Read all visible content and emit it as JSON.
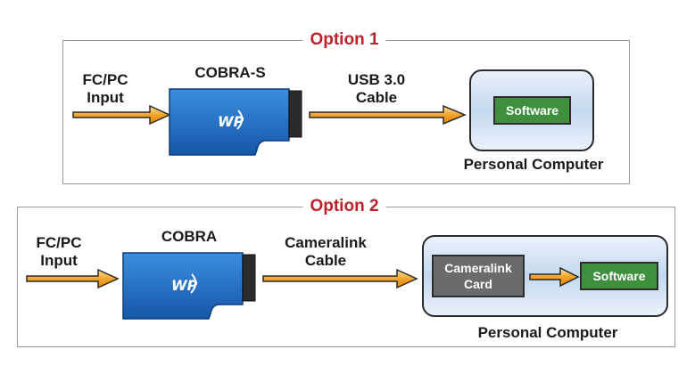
{
  "option1": {
    "title": "Option 1",
    "input_label": "FC/PC\nInput",
    "camera_label": "COBRA-S",
    "camera_logo": "WP",
    "cable_label": "USB 3.0\nCable",
    "software_label": "Software",
    "computer_label": "Personal Computer"
  },
  "option2": {
    "title": "Option 2",
    "input_label": "FC/PC\nInput",
    "camera_label": "COBRA",
    "camera_logo": "WP",
    "cable_label": "Cameralink\nCable",
    "card_label": "Cameralink\nCard",
    "software_label": "Software",
    "computer_label": "Personal Computer"
  },
  "colors": {
    "option_title": "#c0202a",
    "camera_blue": "#1f6fc4",
    "arrow_orange": "#f2a52a",
    "software_green": "#3f8f3f",
    "card_gray": "#6b6b6b"
  }
}
